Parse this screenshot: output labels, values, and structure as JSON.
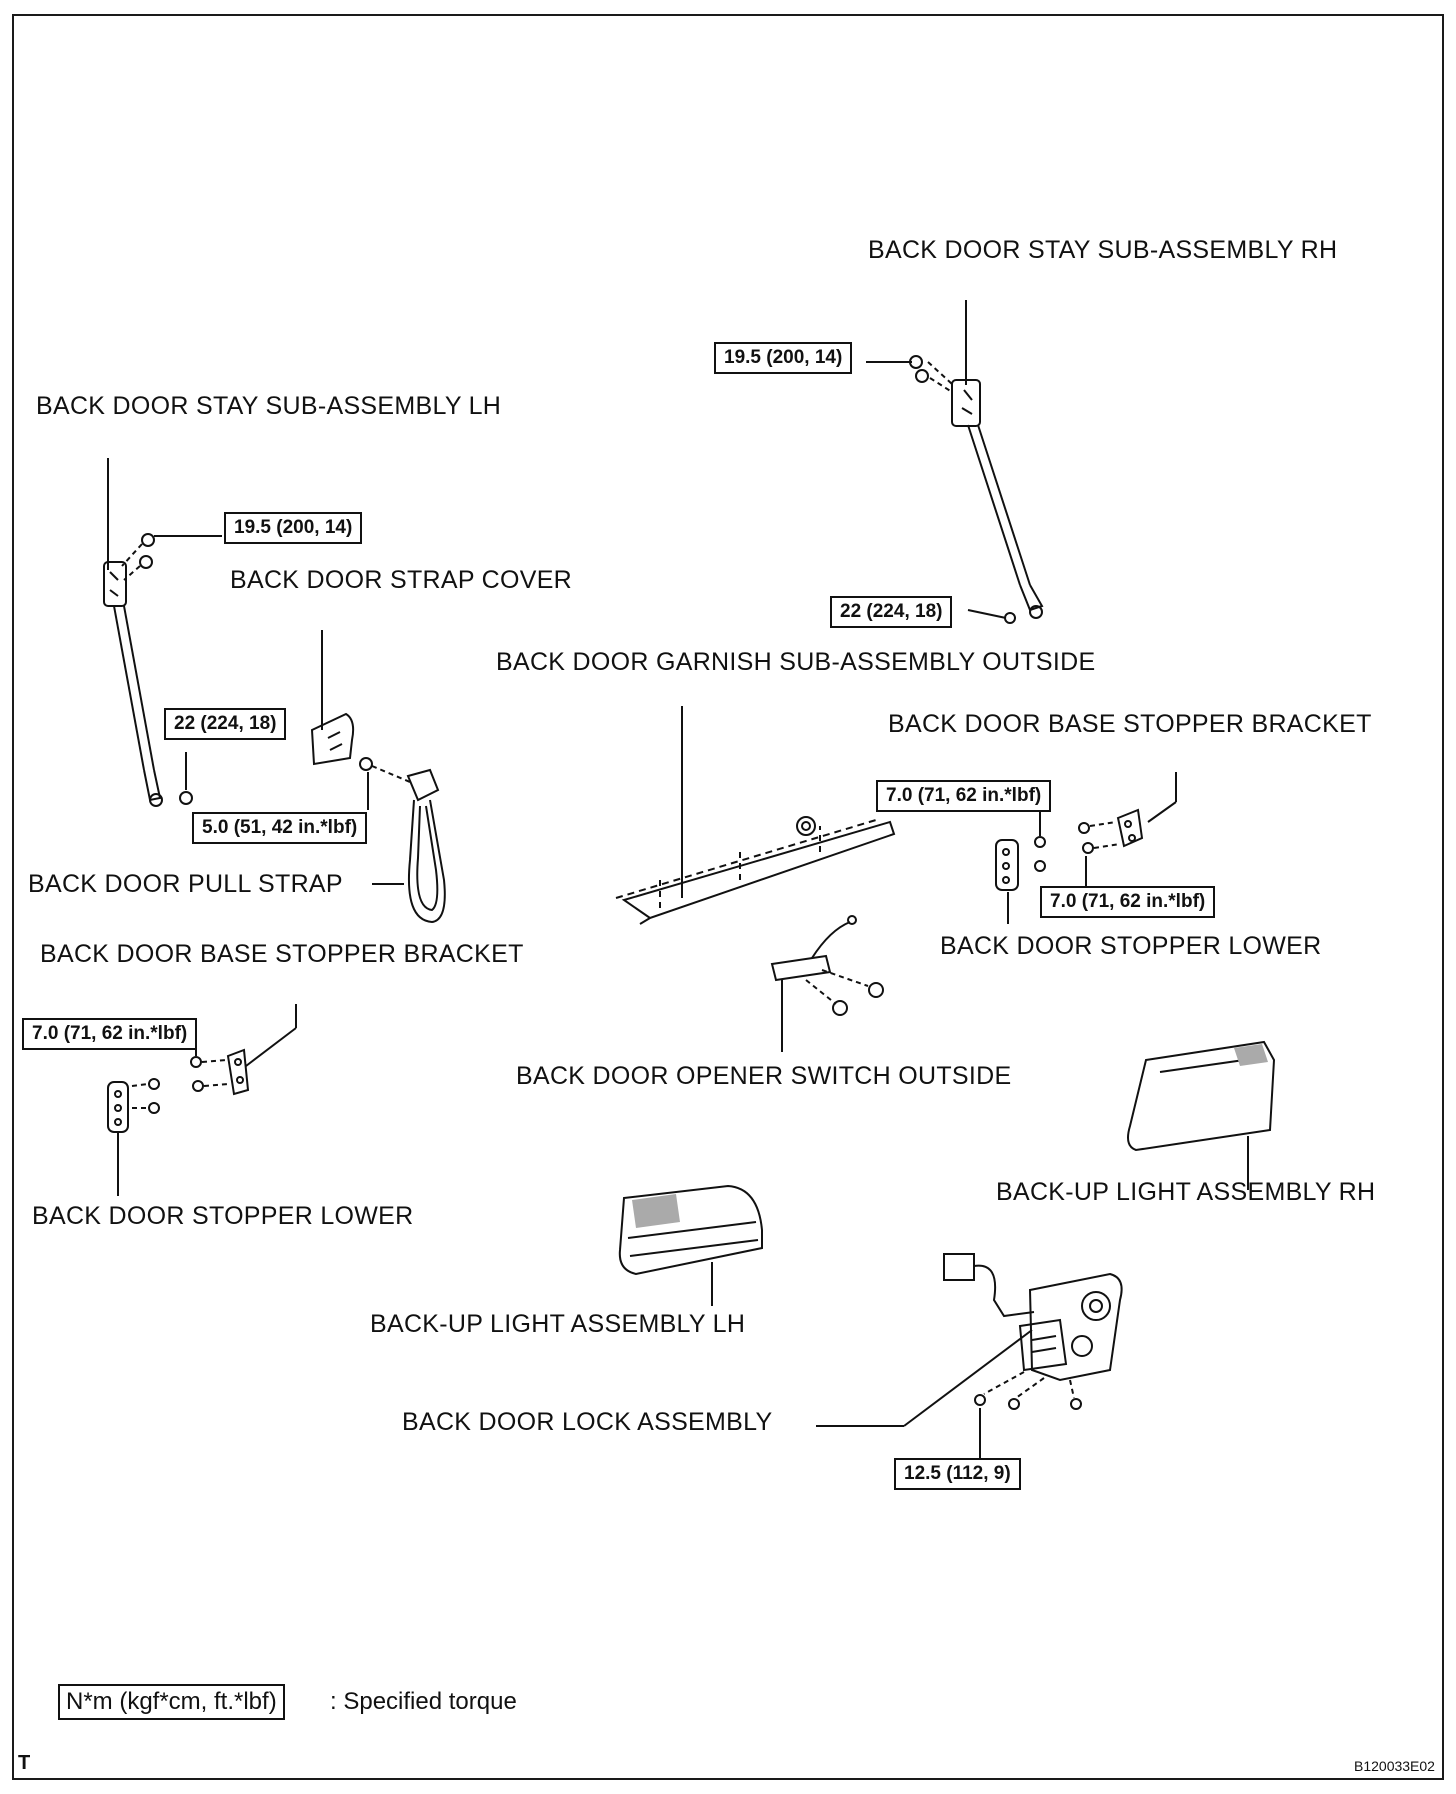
{
  "labels": {
    "stay_rh": "BACK DOOR STAY SUB-ASSEMBLY RH",
    "stay_lh": "BACK DOOR STAY SUB-ASSEMBLY LH",
    "strap_cover": "BACK DOOR STRAP COVER",
    "garnish": "BACK DOOR GARNISH SUB-ASSEMBLY OUTSIDE",
    "base_bracket_right": "BACK DOOR BASE STOPPER BRACKET",
    "pull_strap": "BACK DOOR PULL STRAP",
    "base_bracket_left": "BACK DOOR BASE STOPPER BRACKET",
    "stopper_lower_right": "BACK DOOR STOPPER LOWER",
    "opener_switch": "BACK DOOR OPENER SWITCH OUTSIDE",
    "backup_rh": "BACK-UP LIGHT ASSEMBLY RH",
    "stopper_lower_left": "BACK DOOR STOPPER LOWER",
    "backup_lh": "BACK-UP LIGHT ASSEMBLY LH",
    "lock_assembly": "BACK DOOR LOCK ASSEMBLY"
  },
  "torques": {
    "rh_upper": "19.5 (200, 14)",
    "rh_lower": "22 (224, 18)",
    "lh_upper": "19.5 (200, 14)",
    "lh_lower": "22 (224, 18)",
    "pull_strap": "5.0 (51, 42 in.*lbf)",
    "right_bracket_upper": "7.0 (71, 62 in.*lbf)",
    "right_bracket_lower": "7.0 (71, 62 in.*lbf)",
    "left_bracket": "7.0 (71, 62 in.*lbf)",
    "lock": "12.5 (112, 9)"
  },
  "legend": {
    "unit_box": "N*m (kgf*cm, ft.*lbf)",
    "text": ": Specified torque"
  },
  "footer": {
    "left_mark": "T",
    "figure_code": "B120033E02"
  }
}
